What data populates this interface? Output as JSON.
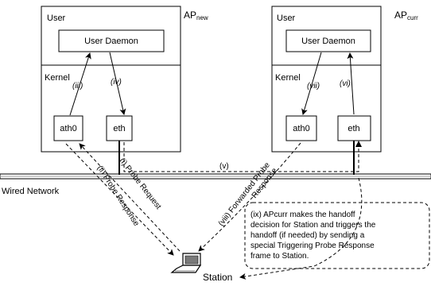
{
  "ap_new": {
    "name_main": "AP",
    "name_sub": "new",
    "user_label": "User",
    "daemon_label": "User Daemon",
    "kernel_label": "Kernel",
    "ath0_label": "ath0",
    "eth_label": "eth"
  },
  "ap_curr": {
    "name_main": "AP",
    "name_sub": "curr",
    "user_label": "User",
    "daemon_label": "User Daemon",
    "kernel_label": "Kernel",
    "ath0_label": "ath0",
    "eth_label": "eth"
  },
  "steps": {
    "i": "(i) Probe Request",
    "ii": "(ii) Probe Response",
    "iii": "(iii)",
    "iv": "(iv)",
    "v": "(v)",
    "vi": "(vi)",
    "vii": "(vii)",
    "viii_line1": "(viii) Forwarded Probe",
    "viii_line2": "Response"
  },
  "network_label": "Wired Network",
  "station_label": "Station",
  "note_lines": [
    "(ix) APcurr makes the handoff",
    "decision for Station and triggers the",
    "handoff (if needed) by sending a",
    "special Triggering Probe Response",
    "frame to Station."
  ],
  "icons": [
    "laptop-icon",
    "arrowhead-icon"
  ]
}
